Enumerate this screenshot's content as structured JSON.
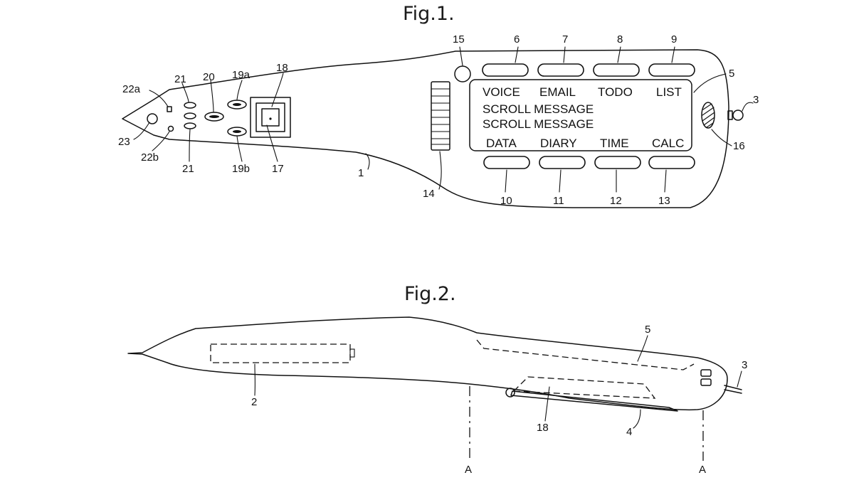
{
  "fig1": {
    "title": "Fig.1.",
    "screen": {
      "top_labels": [
        "VOICE",
        "EMAIL",
        "TODO",
        "LIST"
      ],
      "scroll_line_1": "SCROLL MESSAGE",
      "scroll_line_2": "SCROLL MESSAGE",
      "bottom_labels": [
        "DATA",
        "DIARY",
        "TIME",
        "CALC"
      ]
    },
    "refs": {
      "r15": "15",
      "r6": "6",
      "r7": "7",
      "r8": "8",
      "r9": "9",
      "r5": "5",
      "r3": "3",
      "r16": "16",
      "r10": "10",
      "r11": "11",
      "r12": "12",
      "r13": "13",
      "r14": "14",
      "r1": "1",
      "r18": "18",
      "r19a": "19a",
      "r19b": "19b",
      "r20": "20",
      "r21_top": "21",
      "r21_bottom": "21",
      "r17": "17",
      "r22a": "22a",
      "r22b": "22b",
      "r23": "23"
    }
  },
  "fig2": {
    "title": "Fig.2.",
    "refs": {
      "r5": "5",
      "r3": "3",
      "r2": "2",
      "r18": "18",
      "r4": "4",
      "a_left": "A",
      "a_right": "A"
    }
  }
}
